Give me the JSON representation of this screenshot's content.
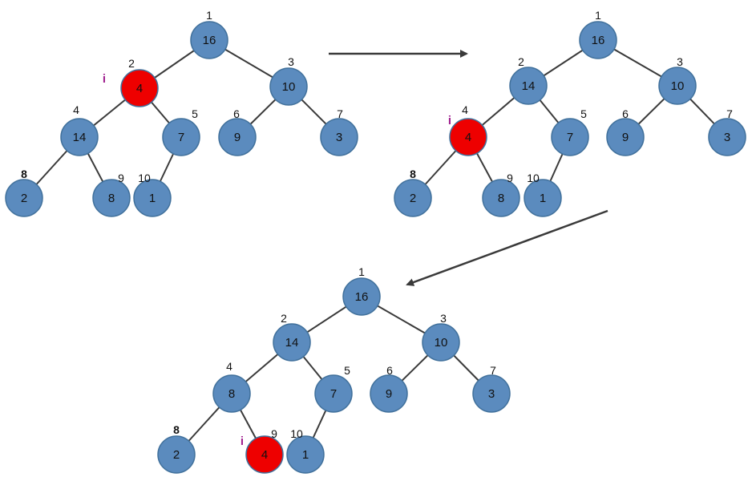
{
  "colors": {
    "node_fill": "#5b8bbe",
    "highlight_fill": "#ee0000",
    "pointer_label": "#a0208f",
    "edge": "#3a3a3a"
  },
  "pointer_label": "i",
  "trees": [
    {
      "name": "step-1",
      "highlight_index": 2,
      "nodes": [
        {
          "index": 1,
          "value": "16"
        },
        {
          "index": 2,
          "value": "4"
        },
        {
          "index": 3,
          "value": "10"
        },
        {
          "index": 4,
          "value": "14"
        },
        {
          "index": 5,
          "value": "7"
        },
        {
          "index": 6,
          "value": "9"
        },
        {
          "index": 7,
          "value": "3"
        },
        {
          "index": 8,
          "value": "2"
        },
        {
          "index": 9,
          "value": "8"
        },
        {
          "index": 10,
          "value": "1"
        }
      ]
    },
    {
      "name": "step-2",
      "highlight_index": 4,
      "nodes": [
        {
          "index": 1,
          "value": "16"
        },
        {
          "index": 2,
          "value": "14"
        },
        {
          "index": 3,
          "value": "10"
        },
        {
          "index": 4,
          "value": "4"
        },
        {
          "index": 5,
          "value": "7"
        },
        {
          "index": 6,
          "value": "9"
        },
        {
          "index": 7,
          "value": "3"
        },
        {
          "index": 8,
          "value": "2"
        },
        {
          "index": 9,
          "value": "8"
        },
        {
          "index": 10,
          "value": "1"
        }
      ]
    },
    {
      "name": "step-3",
      "highlight_index": 9,
      "nodes": [
        {
          "index": 1,
          "value": "16"
        },
        {
          "index": 2,
          "value": "14"
        },
        {
          "index": 3,
          "value": "10"
        },
        {
          "index": 4,
          "value": "8"
        },
        {
          "index": 5,
          "value": "7"
        },
        {
          "index": 6,
          "value": "9"
        },
        {
          "index": 7,
          "value": "3"
        },
        {
          "index": 8,
          "value": "2"
        },
        {
          "index": 9,
          "value": "4"
        },
        {
          "index": 10,
          "value": "1"
        }
      ]
    }
  ]
}
